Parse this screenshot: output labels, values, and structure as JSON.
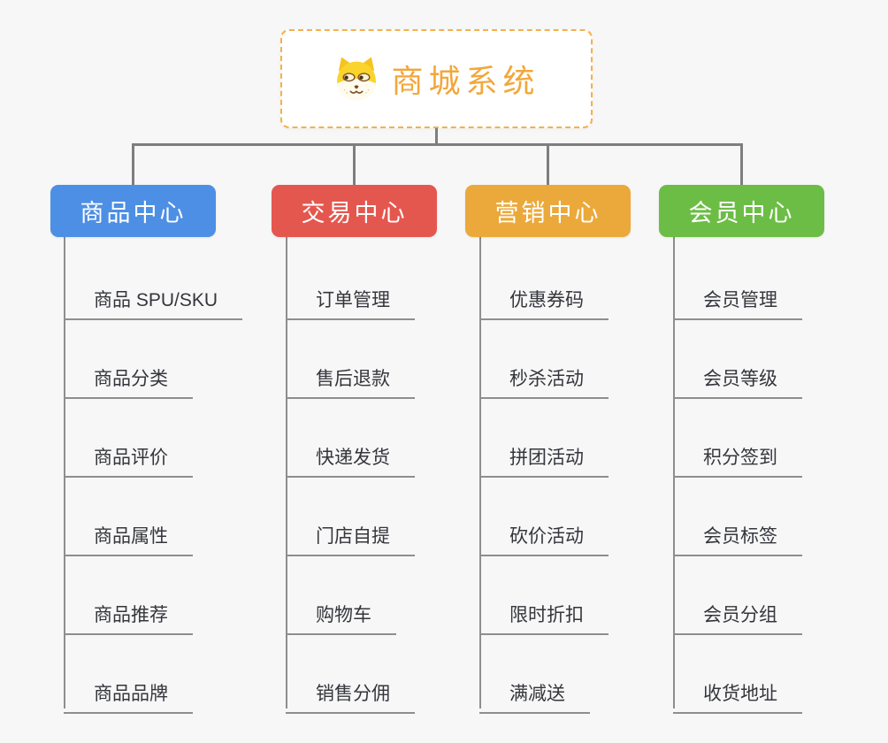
{
  "root": {
    "title": "商城系统",
    "icon": "dog-face-icon",
    "text_color": "#f2a73b",
    "border_color": "#f5b04a"
  },
  "branches": [
    {
      "label": "商品中心",
      "color": "#4d8fe4",
      "children": [
        "商品 SPU/SKU",
        "商品分类",
        "商品评价",
        "商品属性",
        "商品推荐",
        "商品品牌"
      ]
    },
    {
      "label": "交易中心",
      "color": "#e4574f",
      "children": [
        "订单管理",
        "售后退款",
        "快递发货",
        "门店自提",
        "购物车",
        "销售分佣"
      ]
    },
    {
      "label": "营销中心",
      "color": "#eba93b",
      "children": [
        "优惠券码",
        "秒杀活动",
        "拼团活动",
        "砍价活动",
        "限时折扣",
        "满减送"
      ]
    },
    {
      "label": "会员中心",
      "color": "#6cbd45",
      "children": [
        "会员管理",
        "会员等级",
        "积分签到",
        "会员标签",
        "会员分组",
        "收货地址"
      ]
    }
  ],
  "colors": {
    "background": "#f7f7f7",
    "connector": "#7e7e7e",
    "underline": "#8e8e8e",
    "leaf_text": "#35363c"
  }
}
